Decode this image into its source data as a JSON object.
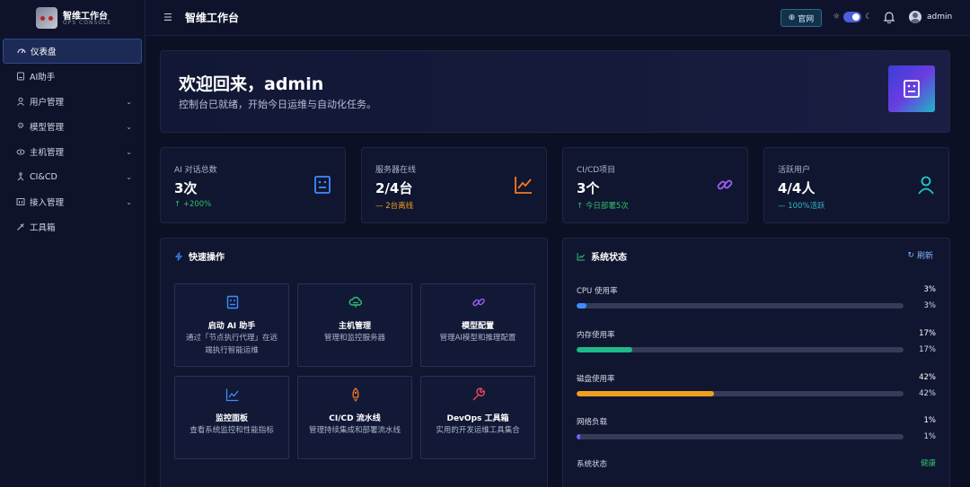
{
  "brand": {
    "title": "智维工作台",
    "subtitle": "OPS CONSOLE"
  },
  "sidebar": {
    "items": [
      {
        "label": "仪表盘",
        "icon": "dashboard-icon",
        "active": true
      },
      {
        "label": "AI助手",
        "icon": "robot-icon",
        "expandable": false
      },
      {
        "label": "用户管理",
        "icon": "user-icon",
        "expandable": true
      },
      {
        "label": "模型管理",
        "icon": "gear-icon",
        "expandable": true
      },
      {
        "label": "主机管理",
        "icon": "cloud-icon",
        "expandable": true
      },
      {
        "label": "CI&CD",
        "icon": "pipeline-icon",
        "expandable": true
      },
      {
        "label": "接入管理",
        "icon": "plug-icon",
        "expandable": true
      },
      {
        "label": "工具箱",
        "icon": "tools-icon",
        "expandable": false
      }
    ]
  },
  "header": {
    "title": "智维工作台",
    "official_label": "官网",
    "username": "admin"
  },
  "welcome": {
    "heading": "欢迎回来，admin",
    "message": "控制台已就绪，开始今日运维与自动化任务。"
  },
  "stats": [
    {
      "label": "AI 对话总数",
      "value": "3次",
      "delta": "+200%",
      "delta_color": "#2fbf71",
      "icon": "robot-icon",
      "icon_color": "#3f8cff"
    },
    {
      "label": "服务器在线",
      "value": "2/4台",
      "delta": "2台离线",
      "delta_color": "#f0a020",
      "icon": "chart-line-icon",
      "icon_color": "#f07a22"
    },
    {
      "label": "CI/CD项目",
      "value": "3个",
      "delta": "今日部署5次",
      "delta_color": "#2fbf71",
      "icon": "link-icon",
      "icon_color": "#a05cff"
    },
    {
      "label": "活跃用户",
      "value": "4/4人",
      "delta": "100%活跃",
      "delta_color": "#2fb8c9",
      "icon": "user-icon",
      "icon_color": "#25c6c6"
    }
  ],
  "quick_actions": {
    "title": "快速操作",
    "tiles": [
      {
        "name": "启动 AI 助手",
        "desc": "通过「节点执行代理」在远端执行智能运维",
        "icon": "robot-icon",
        "color": "#3f8cff"
      },
      {
        "name": "主机管理",
        "desc": "管理和监控服务器",
        "icon": "cloud-server-icon",
        "color": "#2fbf71"
      },
      {
        "name": "模型配置",
        "desc": "管理AI模型和推理配置",
        "icon": "link-icon",
        "color": "#a05cff"
      },
      {
        "name": "监控面板",
        "desc": "查看系统监控和性能指标",
        "icon": "chart-line-icon",
        "color": "#3f8cff"
      },
      {
        "name": "CI/CD 流水线",
        "desc": "管理持续集成和部署流水线",
        "icon": "rocket-icon",
        "color": "#f07a22"
      },
      {
        "name": "DevOps 工具箱",
        "desc": "实用的开发运维工具集合",
        "icon": "wrench-icon",
        "color": "#ef4a5a"
      }
    ]
  },
  "system_status": {
    "title": "系统状态",
    "refresh_label": "刷新",
    "metrics": [
      {
        "label": "CPU 使用率",
        "value": "3%",
        "percent": 3,
        "color": "#3f8cff"
      },
      {
        "label": "内存使用率",
        "value": "17%",
        "percent": 17,
        "color": "#1fb98a"
      },
      {
        "label": "磁盘使用率",
        "value": "42%",
        "percent": 42,
        "color": "#f0a020"
      },
      {
        "label": "网络负载",
        "value": "1%",
        "percent": 1,
        "color": "#7a5cff"
      }
    ],
    "system_label": "系统状态",
    "system_value": "健康"
  }
}
